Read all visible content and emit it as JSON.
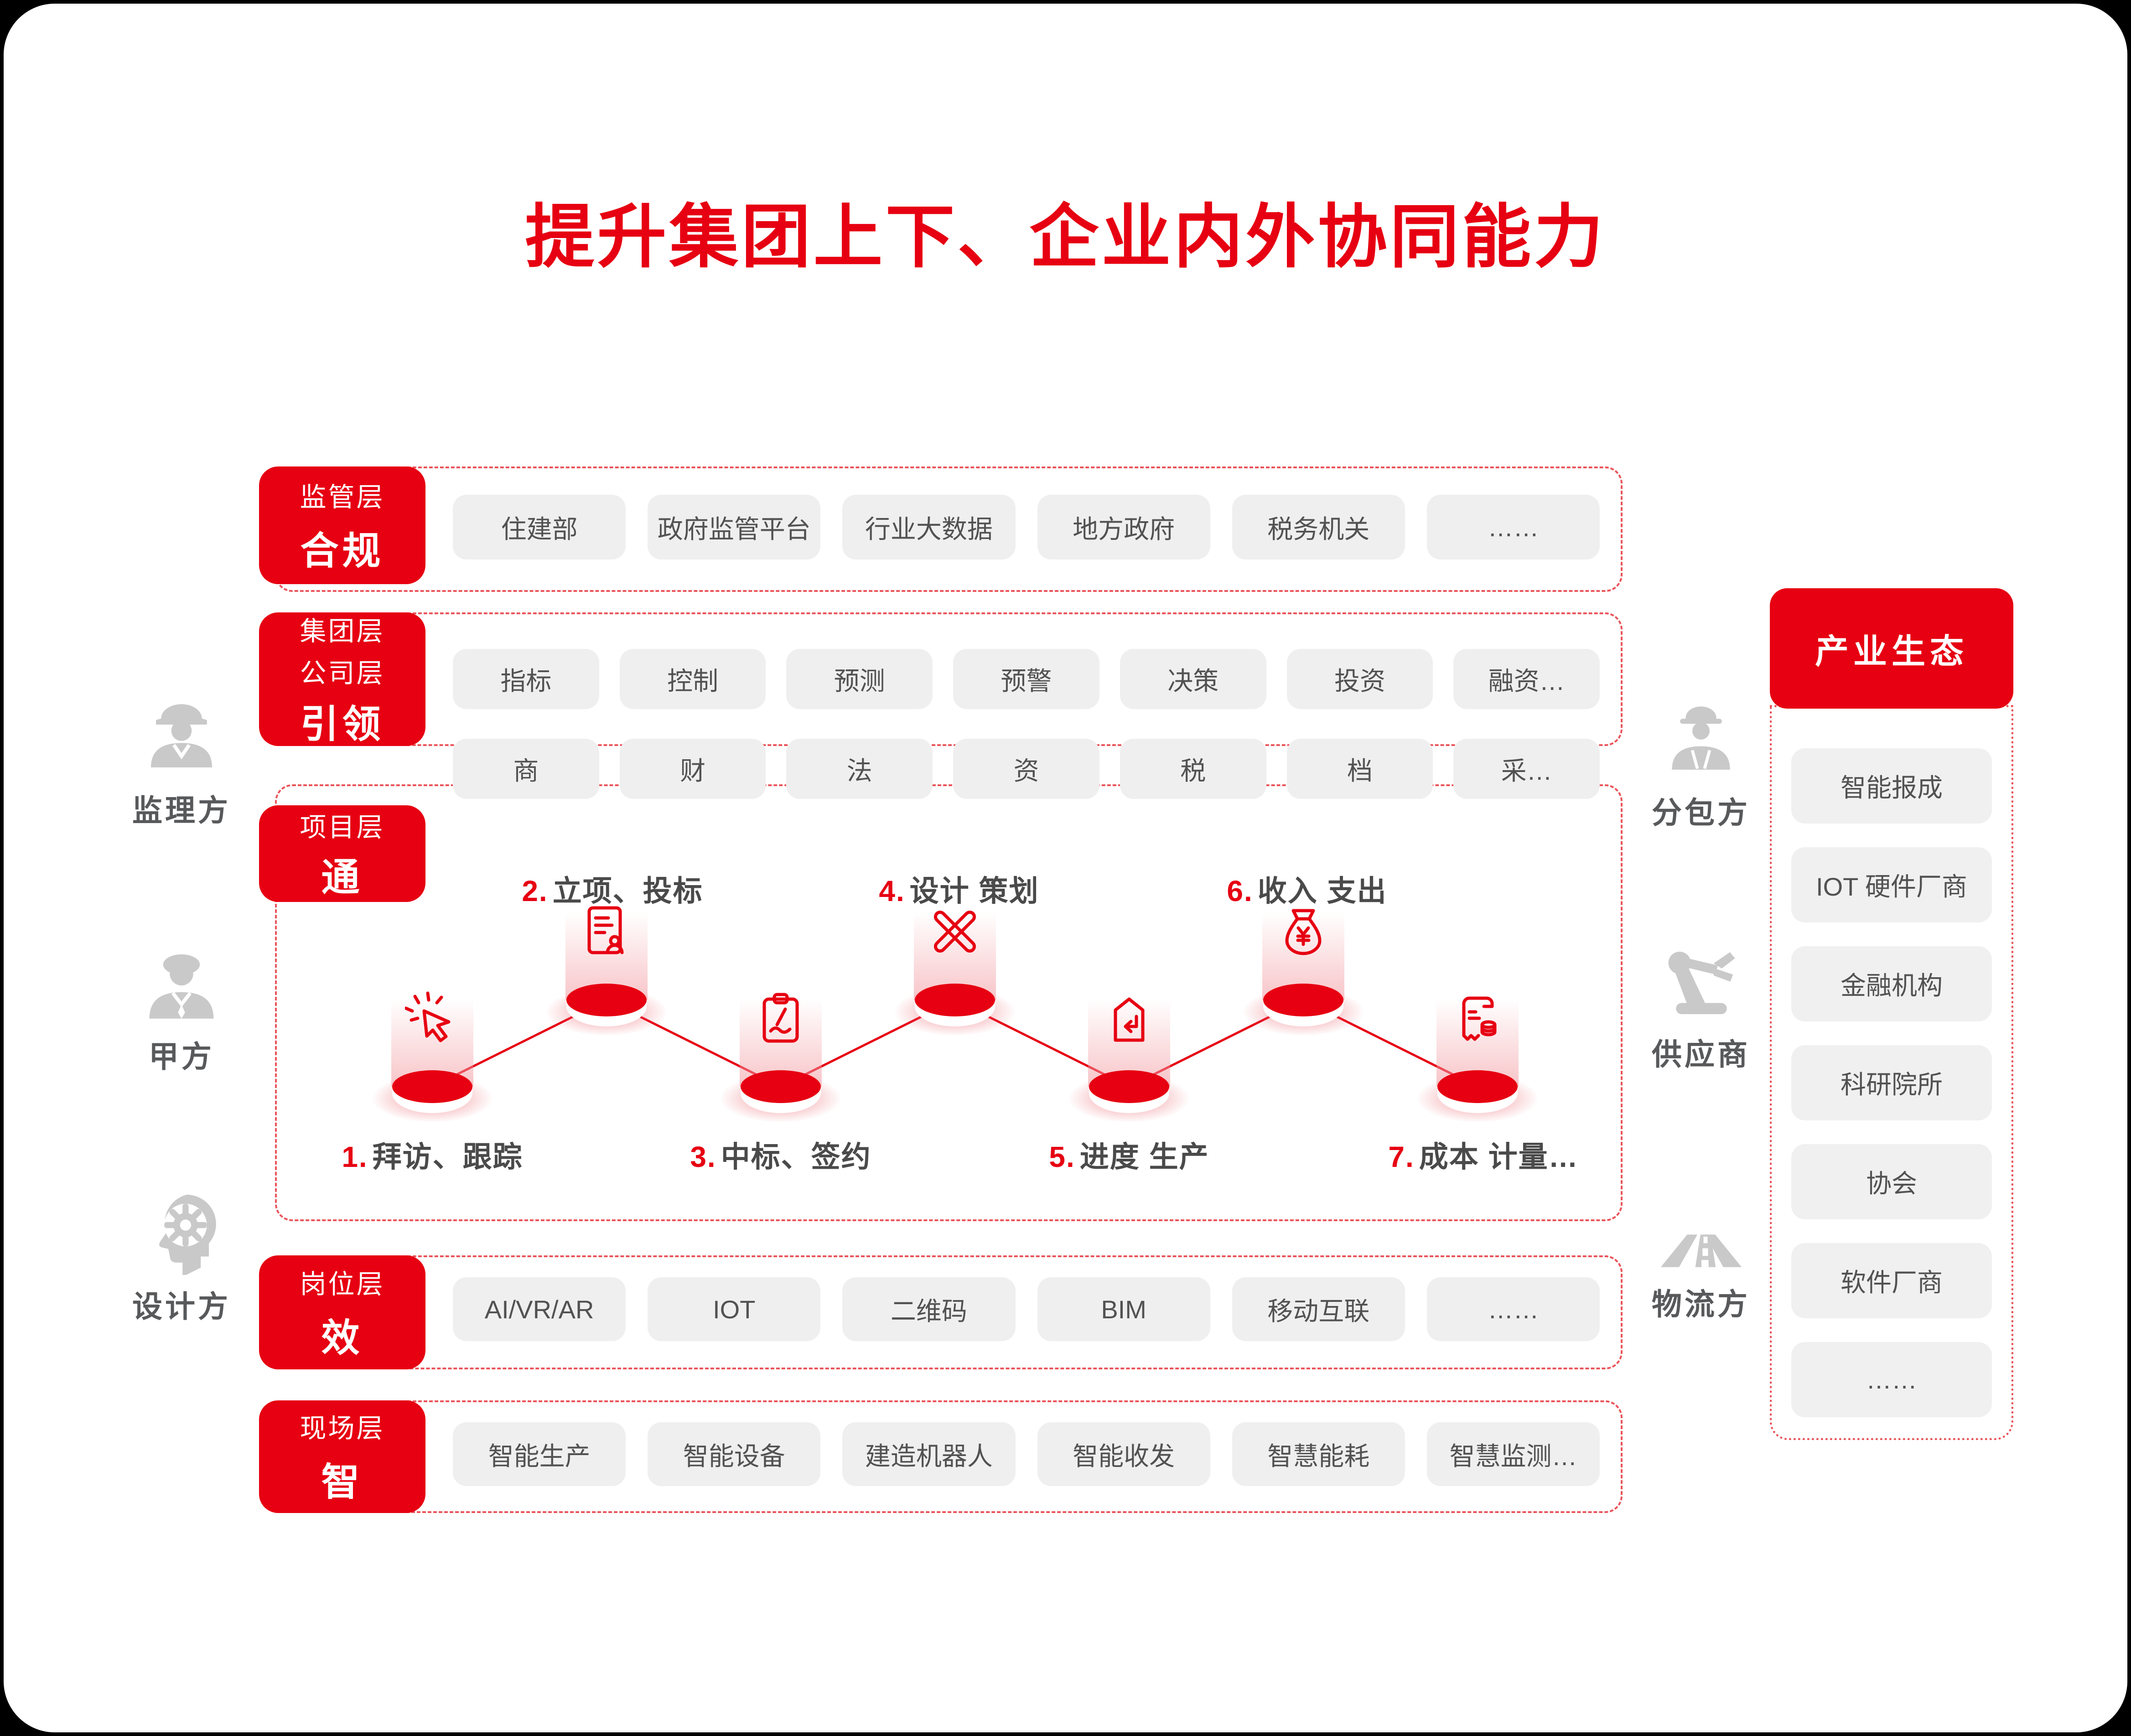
{
  "title": "提升集团上下、企业内外协同能力",
  "colors": {
    "accent_red": "#e60012",
    "chip_bg": "#efefef",
    "chip_text": "#525252",
    "party_text": "#58595b",
    "silhouette_gray": "#c9c9c9",
    "dash_red": "#e9545a"
  },
  "left_parties": [
    {
      "label": "监理方",
      "icon": "supervisor-icon"
    },
    {
      "label": "甲方",
      "icon": "client-icon"
    },
    {
      "label": "设计方",
      "icon": "designer-brain-gear-icon"
    }
  ],
  "right_parties": [
    {
      "label": "分包方",
      "icon": "construction-worker-icon"
    },
    {
      "label": "供应商",
      "icon": "robot-arm-icon"
    },
    {
      "label": "物流方",
      "icon": "road-icon"
    }
  ],
  "layers": [
    {
      "name": "监管层",
      "emphasis": "合规",
      "items": [
        "住建部",
        "政府监管平台",
        "行业大数据",
        "地方政府",
        "税务机关",
        "……"
      ]
    },
    {
      "name": "集团层",
      "name2": "公司层",
      "emphasis": "引领",
      "items": [
        "指标",
        "控制",
        "预测",
        "预警",
        "决策",
        "投资",
        "融资…"
      ],
      "items2": [
        "商",
        "财",
        "法",
        "资",
        "税",
        "档",
        "采…"
      ]
    },
    {
      "name": "项目层",
      "emphasis": "通"
    },
    {
      "name": "岗位层",
      "emphasis": "效",
      "items": [
        "AI/VR/AR",
        "IOT",
        "二维码",
        "BIM",
        "移动互联",
        "……"
      ]
    },
    {
      "name": "现场层",
      "emphasis": "智",
      "items": [
        "智能生产",
        "智能设备",
        "建造机器人",
        "智能收发",
        "智慧能耗",
        "智慧监测…"
      ]
    }
  ],
  "project_steps": [
    {
      "num": "1.",
      "label": "拜访、跟踪",
      "position": "low",
      "icon": "cursor-click-icon"
    },
    {
      "num": "2.",
      "label": "立项、投标",
      "position": "high",
      "icon": "bid-document-icon"
    },
    {
      "num": "3.",
      "label": "中标、签约",
      "position": "low",
      "icon": "contract-sign-icon"
    },
    {
      "num": "4.",
      "label": "设计 策划",
      "position": "high",
      "icon": "design-tools-icon"
    },
    {
      "num": "5.",
      "label": "进度 生产",
      "position": "low",
      "icon": "production-building-icon"
    },
    {
      "num": "6.",
      "label": "收入 支出",
      "position": "high",
      "icon": "money-bag-icon"
    },
    {
      "num": "7.",
      "label": "成本 计量…",
      "position": "low",
      "icon": "cost-receipt-icon"
    }
  ],
  "ecosystem": {
    "title": "产业生态",
    "items": [
      "智能报成",
      "IOT 硬件厂商",
      "金融机构",
      "科研院所",
      "协会",
      "软件厂商",
      "……"
    ]
  }
}
